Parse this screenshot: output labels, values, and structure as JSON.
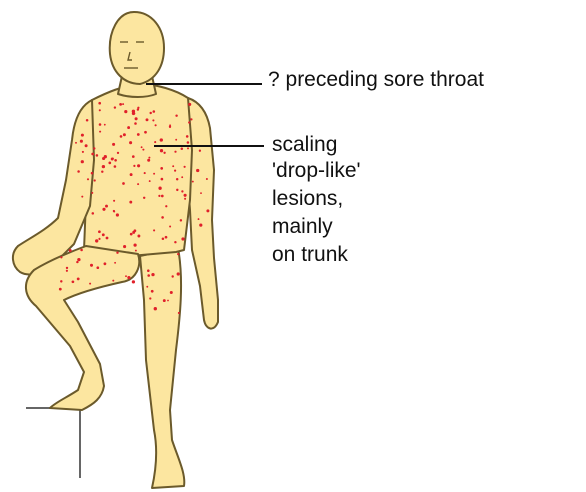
{
  "annotations": {
    "sore_throat": "? preceding sore throat",
    "lesions": [
      "scaling",
      "'drop-like'",
      "lesions,",
      "mainly",
      "on trunk"
    ]
  },
  "colors": {
    "skin": "#fce6a0",
    "outline": "#6b5a2b",
    "lesion": "#e0202a",
    "leader_line": "#111111"
  }
}
